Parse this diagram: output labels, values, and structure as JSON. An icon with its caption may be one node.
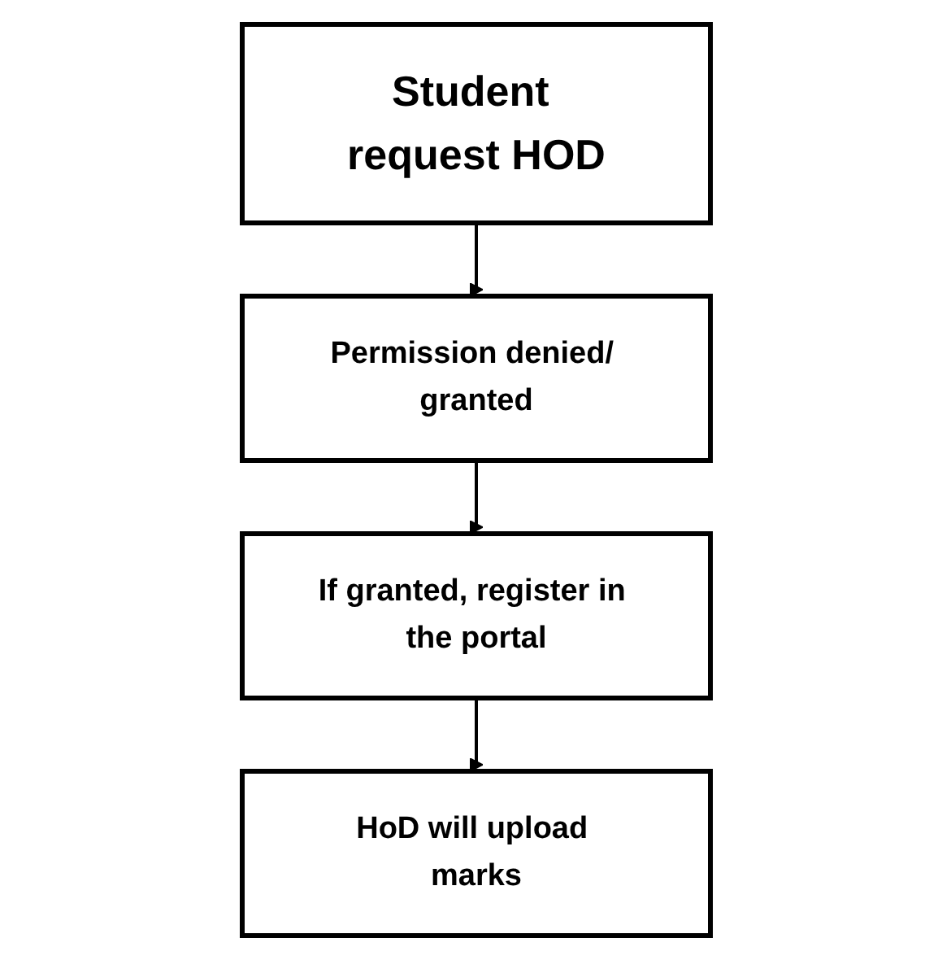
{
  "diagram": {
    "nodes": [
      {
        "text": [
          "Student request HOD"
        ]
      },
      {
        "text": [
          "Permission denied/ granted"
        ]
      },
      {
        "text": [
          "If granted, register in the portal"
        ]
      },
      {
        "text": [
          "HoD will upload marks"
        ]
      }
    ],
    "edges": [
      {
        "from": 0,
        "to": 1,
        "arrow": "to"
      },
      {
        "from": 1,
        "to": 2,
        "arrow": "to"
      },
      {
        "from": 2,
        "to": 3,
        "arrow": "to"
      }
    ]
  }
}
